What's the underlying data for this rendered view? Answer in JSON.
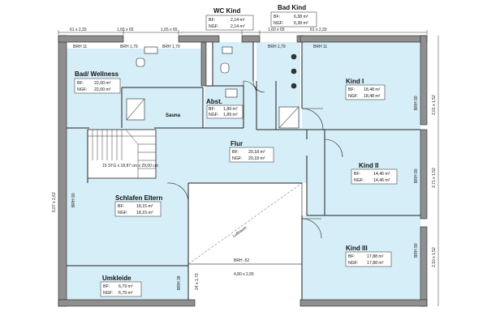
{
  "rooms": {
    "wc": {
      "title": "WC Kind",
      "bf_label": "BF:",
      "bf": "2,14 m²",
      "ngf_label": "NGF:",
      "ngf": "2,14 m²"
    },
    "bad_kind": {
      "title": "Bad Kind",
      "bf_label": "BF:",
      "bf": "6,38 m²",
      "ngf_label": "NGF:",
      "ngf": "6,38 m²"
    },
    "bad_wellness": {
      "title": "Bad/ Wellness",
      "bf_label": "BF:",
      "bf": "22,00 m²",
      "ngf_label": "NGF:",
      "ngf": "22,00 m²"
    },
    "sauna": {
      "title": "Sauna"
    },
    "abst": {
      "title": "Abst.",
      "bf_label": "BF:",
      "bf": "1,89 m²",
      "ngf_label": "NGF:",
      "ngf": "1,89 m²"
    },
    "kind1": {
      "title": "Kind I",
      "bf_label": "BF:",
      "bf": "18,48 m²",
      "ngf_label": "NGF:",
      "ngf": "18,48 m²"
    },
    "flur": {
      "title": "Flur",
      "bf_label": "BF:",
      "bf": "20,18 m²",
      "ngf_label": "NGF:",
      "ngf": "20,18 m²"
    },
    "kind2": {
      "title": "Kind II",
      "bf_label": "BF:",
      "bf": "14,46 m²",
      "ngf_label": "NGF:",
      "ngf": "14,46 m²"
    },
    "schlafen": {
      "title": "Schlafen Eltern",
      "bf_label": "BF:",
      "bf": "18,15 m²",
      "ngf_label": "NGF:",
      "ngf": "18,15 m²"
    },
    "kind3": {
      "title": "Kind III",
      "bf_label": "BF:",
      "bf": "17,88 m²",
      "ngf_label": "NGF:",
      "ngf": "17,88 m²"
    },
    "umkleide": {
      "title": "Umkleide",
      "bf_label": "BF:",
      "bf": "6,79 m²",
      "ngf_label": "NGF:",
      "ngf": "6,79 m²"
    }
  },
  "labels": {
    "stairs": "15 STG x 18,87 cm x 29,00 cm",
    "luftraum": "Luftraum",
    "brh_52": "BRH -52",
    "dim_480_295": "4,80 x 2,95",
    "dim_24_170": "24 x 1,70",
    "brh_38": "BRH 38",
    "brh_90_left": "BRH 90",
    "dim_607_262": "6,07 x 2,62"
  },
  "top_dims": {
    "d1": "61 x 2,33",
    "d2": "1,65 x 65",
    "d3": "1,65 x 65",
    "d4": "1,60 x 65",
    "d5": "61 x 2,33"
  },
  "top_brh": {
    "b1": "BRH 11",
    "b2": "BRH 1,79",
    "b3": "BRH 1,79",
    "b4": "BRH 1,79",
    "b5": "BRH 11"
  },
  "right_dims": {
    "r1": "2,01 x 1,52",
    "r2": "3,71 x 1,52",
    "r3": "2,10 x 1,52",
    "rb1": "BRH 90",
    "rb2": "BRH 90",
    "rb3": "BRH 90"
  },
  "colors": {
    "room_fill": "#d6eef7",
    "wall": "#8f8f8f",
    "line": "#222222"
  }
}
